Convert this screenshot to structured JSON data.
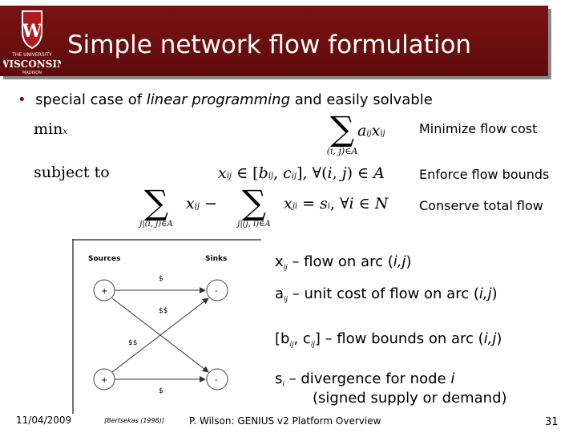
{
  "header": {
    "title": "Simple network flow formulation",
    "logo_text": "THE UNIVERSITY WISCONSIN MADISON"
  },
  "bullet": {
    "prefix": "special case of ",
    "emphasis": "linear programming",
    "suffix": " and easily solvable"
  },
  "formulation": {
    "objective_label": "min",
    "objective_var": "x",
    "subject_to": "subject to",
    "annotations": [
      "Minimize flow cost",
      "Enforce flow bounds",
      "Conserve total flow"
    ]
  },
  "figure": {
    "sources_label": "Sources",
    "sinks_label": "Sinks",
    "cost_labels": [
      "$",
      "$$",
      "$$",
      "$"
    ],
    "node_signs": [
      "+",
      "-",
      "+",
      "-"
    ],
    "citation": "[Bertsekas (1998)]"
  },
  "definitions": [
    {
      "sym": "x",
      "sub": "ij",
      "text": " – flow on arc (",
      "ital": "i,j",
      "end": ")"
    },
    {
      "sym": "a",
      "sub": "ij",
      "text": " – unit cost of flow on arc (",
      "ital": "i,j",
      "end": ")"
    },
    {
      "sym": "[b",
      "sub": "ij",
      "mid": ", c",
      "sub2": "ij",
      "text": "] – flow bounds on arc (",
      "ital": "i,j",
      "end": ")"
    },
    {
      "sym": "s",
      "sub": "i",
      "text": " – divergence for node ",
      "ital": "i",
      "end": "",
      "line2": "(signed supply or demand)"
    }
  ],
  "footer": {
    "date": "11/04/2009",
    "center": "P. Wilson: GENIUS v2 Platform Overview",
    "page": "31"
  }
}
